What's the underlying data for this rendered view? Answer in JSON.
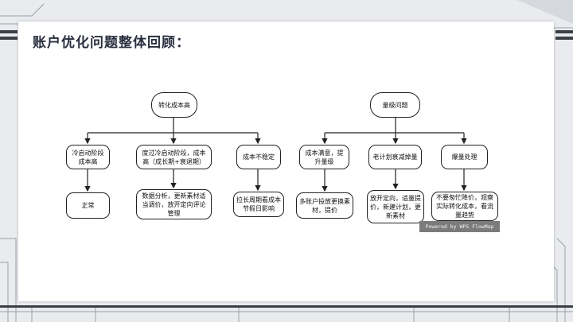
{
  "slide": {
    "title": "账户优化问题整体回顾："
  },
  "diagram": {
    "left": {
      "root": "转化成本高",
      "branches": [
        {
          "node": "冷启动阶段成本高",
          "action": "正常"
        },
        {
          "node": "度过冷启动阶段，成本高（成长期+衰退期）",
          "action": "数据分析，更新素材适当调价，放开定向评论管理"
        },
        {
          "node": "成本不稳定",
          "action": "拉长周期看成本节假日影响"
        }
      ]
    },
    "right": {
      "root": "量级问题",
      "branches": [
        {
          "node": "成本满意，提升量级",
          "action": "多账户投放更换素材，提价"
        },
        {
          "node": "老计划衰减掉量",
          "action": "放开定向，适量提价，新建计划，更新素材"
        },
        {
          "node": "爆量处理",
          "action": "不要匆忙降价，观察实际转化成本，看流量趋势"
        }
      ]
    },
    "watermark": "Powered by WPS FlowMap"
  }
}
